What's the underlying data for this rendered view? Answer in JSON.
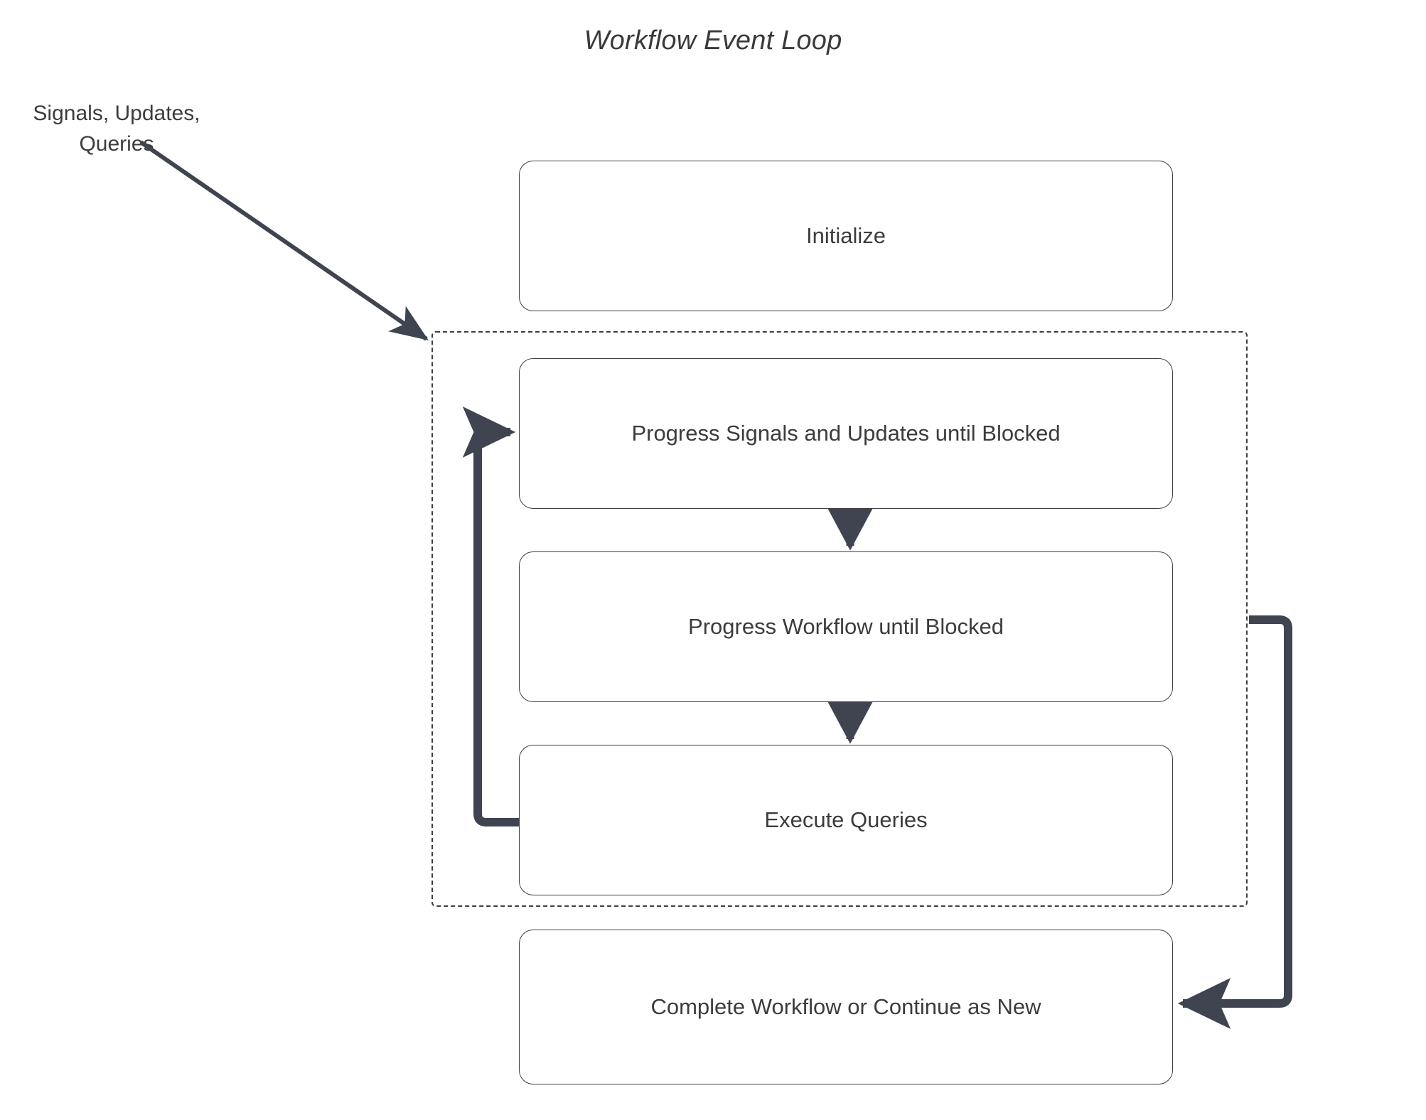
{
  "title": "Workflow Event Loop",
  "external_input": {
    "label_line1": "Signals, Updates,",
    "label_line2": "Queries"
  },
  "nodes": [
    {
      "id": "initialize",
      "label": "Initialize"
    },
    {
      "id": "progress-su",
      "label": "Progress Signals and Updates until Blocked"
    },
    {
      "id": "progress-wf",
      "label": "Progress Workflow until Blocked"
    },
    {
      "id": "execute-queries",
      "label": "Execute Queries"
    },
    {
      "id": "complete",
      "label": "Complete Workflow or Continue as New"
    }
  ],
  "loop_region": {
    "style": "dashed",
    "name": "event-loop-boundary"
  },
  "edges": [
    {
      "id": "input-to-loop",
      "from": "Signals, Updates, Queries",
      "to": "event-loop-boundary",
      "style": "solid-arrow"
    },
    {
      "id": "su-to-wf",
      "from": "Progress Signals and Updates until Blocked",
      "to": "Progress Workflow until Blocked",
      "style": "solid-arrow"
    },
    {
      "id": "wf-to-queries",
      "from": "Progress Workflow until Blocked",
      "to": "Execute Queries",
      "style": "solid-arrow"
    },
    {
      "id": "queries-back-to-su",
      "from": "Execute Queries",
      "to": "Progress Signals and Updates until Blocked",
      "style": "elbow-arrow"
    },
    {
      "id": "loop-to-complete",
      "from": "event-loop-boundary",
      "to": "Complete Workflow or Continue as New",
      "style": "elbow-arrow"
    }
  ],
  "colors": {
    "arrow": "#3f4450",
    "box_border": "#404040",
    "text": "#3c3c3c",
    "background": "#ffffff",
    "dashed_border": "#3f3f3f"
  }
}
